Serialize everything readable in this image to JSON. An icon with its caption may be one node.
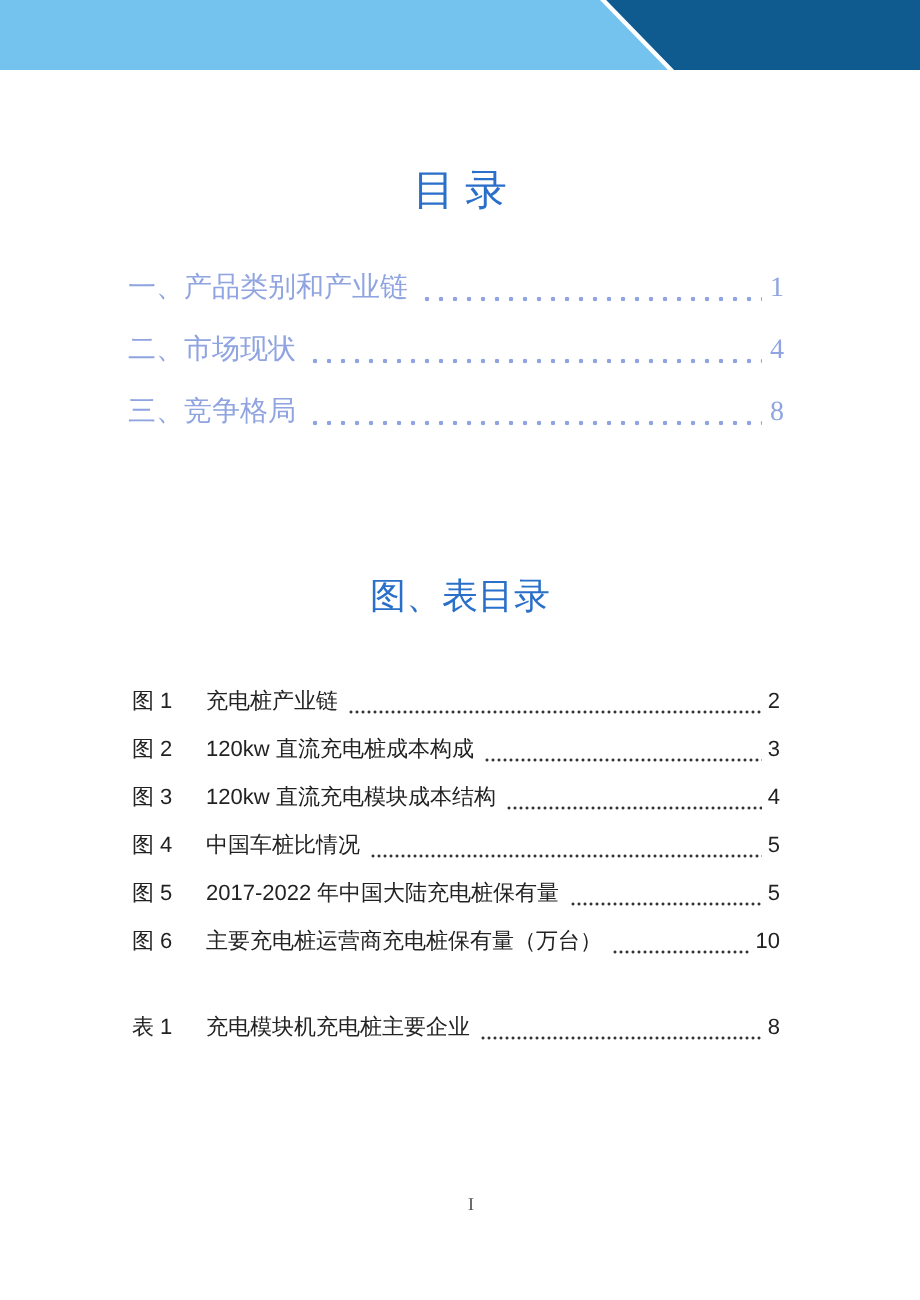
{
  "diagram": {
    "title": "目 录",
    "labels": [
      "一、产品类别和产业链",
      "1",
      "二、市场现状",
      "4",
      "三、竞争格局",
      "8",
      "图、表目录",
      "图 1",
      "充电桩产业链",
      "2",
      "图 2",
      "120kw 直流充电桩成本构成",
      "3",
      "图 3",
      "120kw 直流充电模块成本结构",
      "4",
      "图 4",
      "中国车桩比情况",
      "5",
      "图 5",
      "2017-2022 年中国大陆充电桩保有量",
      "5",
      "图 6",
      "主要充电桩运营商充电桩保有量（万台）",
      "10",
      "表 1",
      "充电模块机充电桩主要企业",
      "8",
      "I"
    ]
  }
}
